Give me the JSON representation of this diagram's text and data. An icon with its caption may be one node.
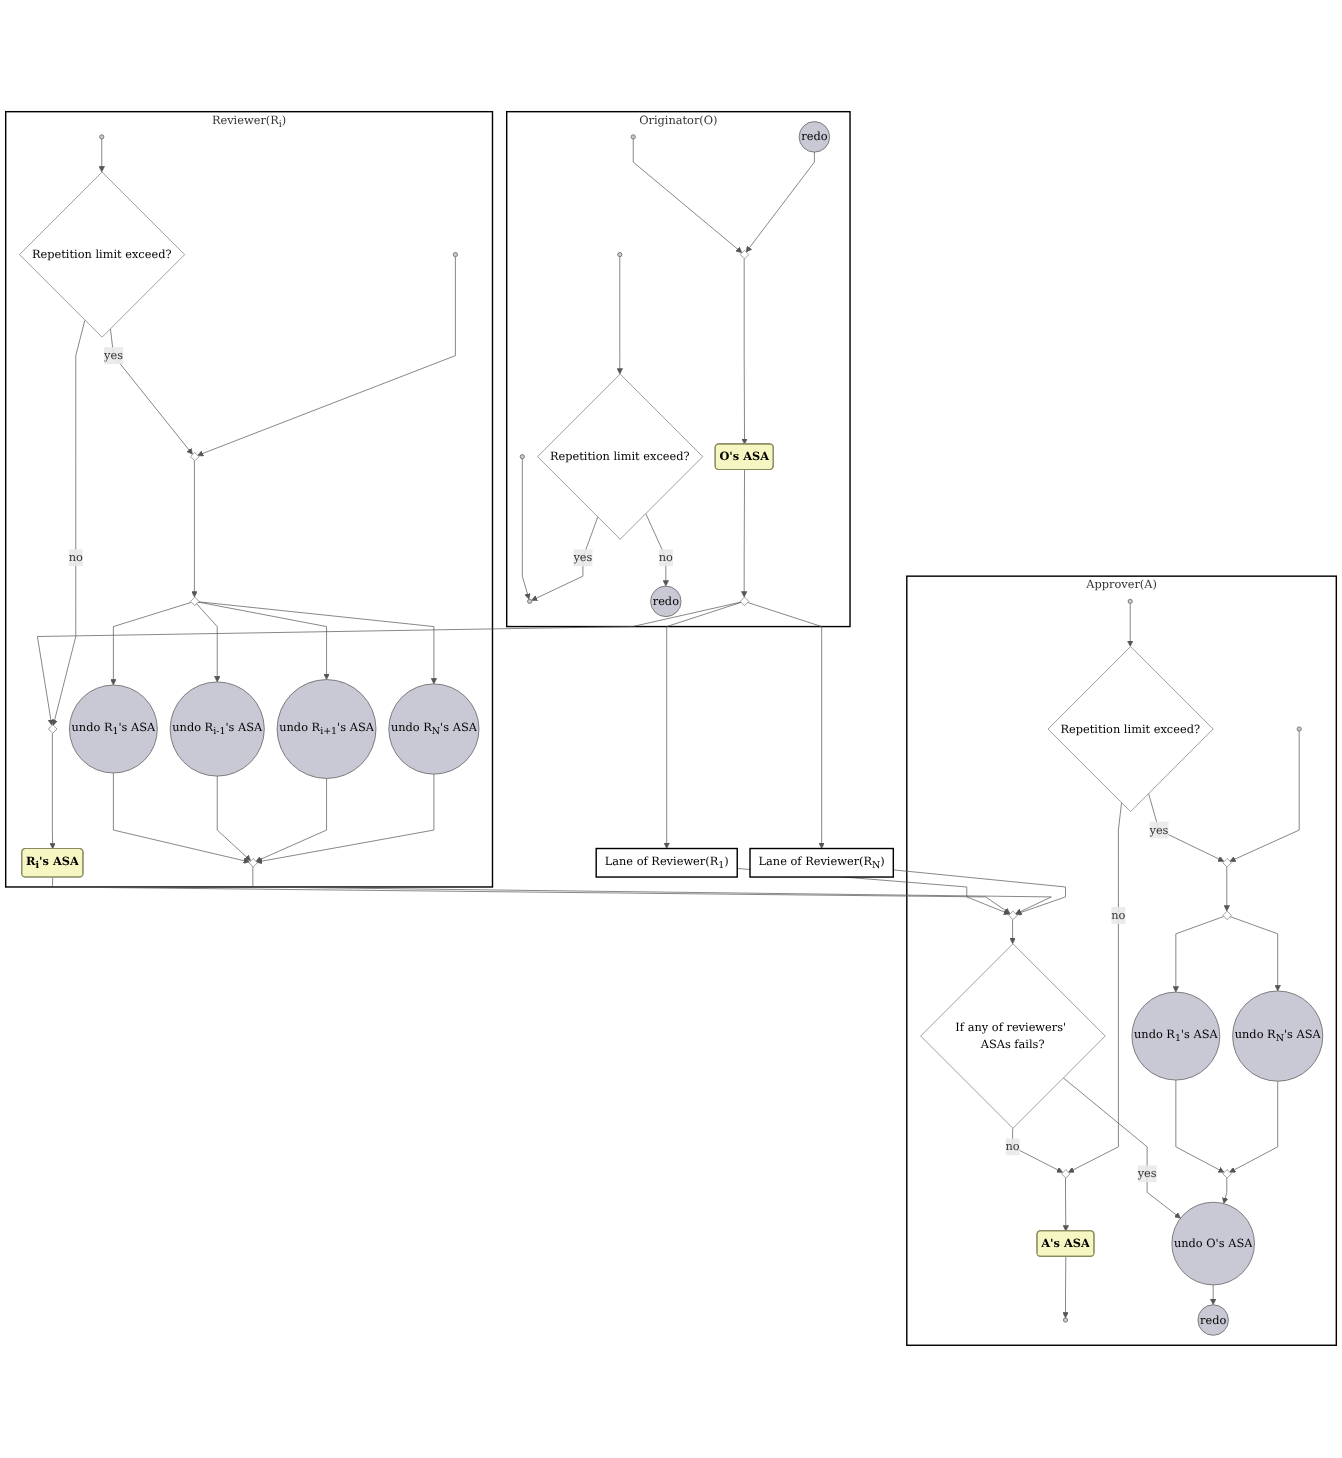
{
  "diagram": {
    "nodes": [
      {
        "text": [
          "Originator(O)"
        ]
      },
      {
        "text": [],
        "shape": "circle",
        "in": 0
      },
      {
        "text": [],
        "shape": "diamond",
        "in": 0
      },
      {
        "text": [
          "redo"
        ],
        "in": 0
      },
      {
        "text": [
          "O's ASA"
        ],
        "in": 0
      },
      {
        "text": [],
        "shape": "circle",
        "in": 0
      },
      {
        "text": [],
        "shape": "circle",
        "in": 0
      },
      {
        "text": [],
        "shape": "circle",
        "in": 0
      },
      {
        "text": [
          "Repetition limit exceed?"
        ],
        "in": 0
      },
      {
        "text": [
          "redo"
        ],
        "in": 0
      },
      {
        "text": [],
        "shape": "diamond",
        "in": 0
      },
      {
        "text": [
          "Lane of Reviewer(R$_{1}$)"
        ]
      },
      {
        "text": [
          "Reviewer(R$_{i}$)"
        ]
      },
      {
        "text": [],
        "shape": "diamond",
        "in": 12
      },
      {
        "text": [
          "R$_{i}$'s ASA"
        ],
        "in": 12
      },
      {
        "text": [],
        "shape": "circle",
        "in": 12
      },
      {
        "text": [],
        "shape": "circle",
        "in": 12
      },
      {
        "text": [
          "Repetition limit exceed?"
        ],
        "in": 12
      },
      {
        "text": [],
        "shape": "diamond",
        "in": 12
      },
      {
        "text": [],
        "shape": "diamond",
        "in": 12
      },
      {
        "text": [
          "undo R$_{1}$'s ASA"
        ],
        "in": 12
      },
      {
        "text": [
          "undo R$_{i-1}$'s ASA"
        ],
        "in": 12
      },
      {
        "text": [
          "undo R$_{i+1}$'s ASA"
        ],
        "in": 12
      },
      {
        "text": [
          "undo R$_{N}$'s ASA"
        ],
        "in": 12
      },
      {
        "text": [],
        "shape": "diamond",
        "in": 12
      },
      {
        "text": [
          "Lane of Reviewer(R$_{N}$)"
        ]
      },
      {
        "text": [
          "Approver(A)"
        ]
      },
      {
        "text": [],
        "shape": "diamond",
        "in": 26
      },
      {
        "text": [
          "If any of reviewers' ASAs fails?"
        ],
        "in": 26
      },
      {
        "text": [],
        "shape": "diamond",
        "in": 26
      },
      {
        "text": [
          "A's ASA"
        ],
        "in": 26
      },
      {
        "text": [],
        "shape": "circle",
        "in": 26
      },
      {
        "text": [],
        "shape": "circle",
        "in": 26
      },
      {
        "text": [],
        "shape": "circle",
        "in": 26
      },
      {
        "text": [
          "Repetition limit exceed?"
        ],
        "in": 26
      },
      {
        "text": [],
        "shape": "diamond",
        "in": 26
      },
      {
        "text": [],
        "shape": "diamond",
        "in": 26
      },
      {
        "text": [
          "undo R$_{1}$'s ASA"
        ],
        "in": 26
      },
      {
        "text": [
          "undo R$_{N}$'s ASA"
        ],
        "in": 26
      },
      {
        "text": [],
        "shape": "diamond",
        "in": 26
      },
      {
        "text": [
          "undo O's ASA"
        ],
        "in": 26
      },
      {
        "text": [
          "redo"
        ],
        "in": 26
      }
    ],
    "edges": [
      {
        "from": 1,
        "to": 2,
        "arrow": "to"
      },
      {
        "from": 3,
        "to": 2,
        "arrow": "to"
      },
      {
        "from": 2,
        "to": 4,
        "arrow": "to"
      },
      {
        "from": 6,
        "to": 7,
        "arrow": "to"
      },
      {
        "from": 5,
        "to": 8,
        "arrow": "to"
      },
      {
        "from": 8,
        "to": 7,
        "arrow": "to",
        "label": "yes"
      },
      {
        "from": 8,
        "to": 9,
        "arrow": "to",
        "label": "no"
      },
      {
        "from": 4,
        "to": 10,
        "arrow": "to"
      },
      {
        "from": 10,
        "to": 11,
        "arrow": "to"
      },
      {
        "from": 10,
        "to": 13,
        "arrow": "to"
      },
      {
        "from": 10,
        "to": 25,
        "arrow": "to"
      },
      {
        "from": 13,
        "to": 14,
        "arrow": "to"
      },
      {
        "from": 15,
        "to": 17,
        "arrow": "to"
      },
      {
        "from": 17,
        "to": 13,
        "arrow": "to",
        "label": "no"
      },
      {
        "from": 17,
        "to": 18,
        "arrow": "to",
        "label": "yes"
      },
      {
        "from": 16,
        "to": 18,
        "arrow": "to"
      },
      {
        "from": 18,
        "to": 19,
        "arrow": "to"
      },
      {
        "from": 19,
        "to": 20,
        "arrow": "to"
      },
      {
        "from": 19,
        "to": 21,
        "arrow": "to"
      },
      {
        "from": 19,
        "to": 22,
        "arrow": "to"
      },
      {
        "from": 19,
        "to": 23,
        "arrow": "to"
      },
      {
        "from": 20,
        "to": 24,
        "arrow": "to"
      },
      {
        "from": 21,
        "to": 24,
        "arrow": "to"
      },
      {
        "from": 22,
        "to": 24,
        "arrow": "to"
      },
      {
        "from": 23,
        "to": 24,
        "arrow": "to"
      },
      {
        "from": 11,
        "to": 27,
        "arrow": "to"
      },
      {
        "from": 14,
        "to": 27,
        "arrow": "to"
      },
      {
        "from": 24,
        "to": 27,
        "arrow": "to"
      },
      {
        "from": 25,
        "to": 27,
        "arrow": "to"
      },
      {
        "from": 27,
        "to": 28,
        "arrow": "to"
      },
      {
        "from": 28,
        "to": 29,
        "arrow": "to",
        "label": "no"
      },
      {
        "from": 28,
        "to": 40,
        "arrow": "to",
        "label": "yes"
      },
      {
        "from": 29,
        "to": 30,
        "arrow": "to"
      },
      {
        "from": 30,
        "to": 31,
        "arrow": "to"
      },
      {
        "from": 32,
        "to": 34,
        "arrow": "to"
      },
      {
        "from": 34,
        "to": 29,
        "arrow": "to",
        "label": "no"
      },
      {
        "from": 34,
        "to": 35,
        "arrow": "to",
        "label": "yes"
      },
      {
        "from": 33,
        "to": 35,
        "arrow": "to"
      },
      {
        "from": 35,
        "to": 36,
        "arrow": "to"
      },
      {
        "from": 36,
        "to": 37,
        "arrow": "to"
      },
      {
        "from": 36,
        "to": 38,
        "arrow": "to"
      },
      {
        "from": 37,
        "to": 39,
        "arrow": "to"
      },
      {
        "from": 38,
        "to": 39,
        "arrow": "to"
      },
      {
        "from": 39,
        "to": 40,
        "arrow": "to"
      },
      {
        "from": 40,
        "to": 41,
        "arrow": "to"
      }
    ]
  }
}
